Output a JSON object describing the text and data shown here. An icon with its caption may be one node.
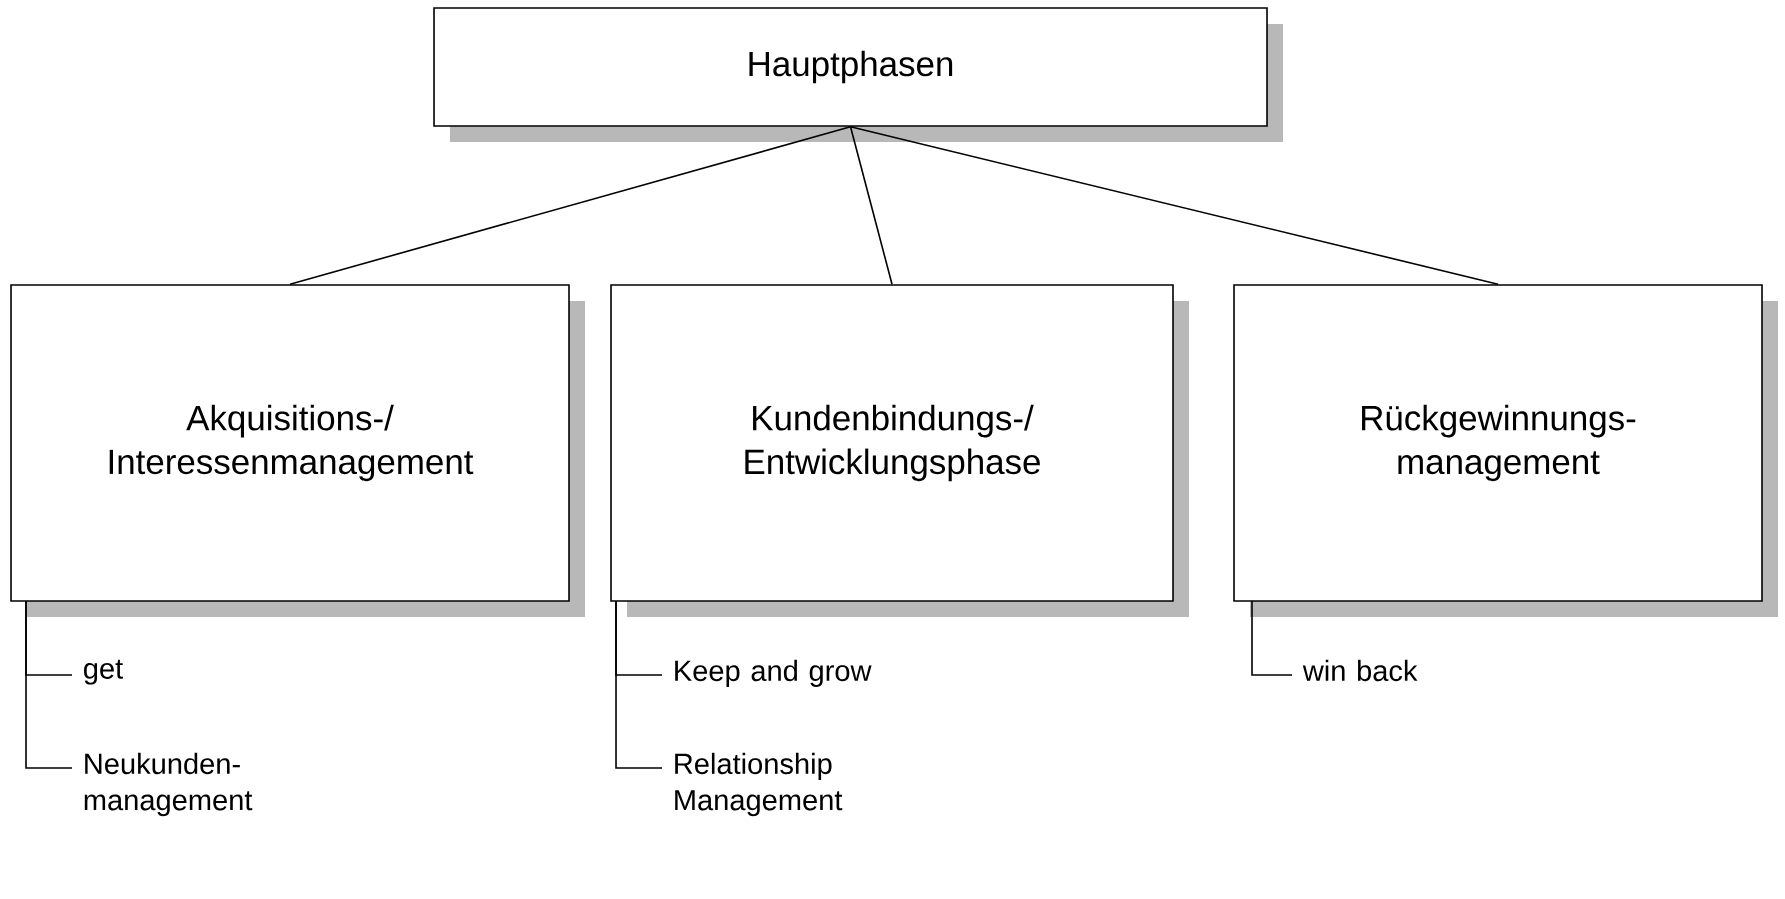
{
  "diagram": {
    "nodes": [
      {
        "text": [
          "Hauptphasen"
        ]
      },
      {
        "text": [
          "Akquisitions-/ Interessenmanagement"
        ]
      },
      {
        "text": [
          "Kundenbindungs-/ Entwicklungsphase"
        ]
      },
      {
        "text": [
          "Rückgewinnungs- management"
        ]
      },
      {
        "text": [
          "get"
        ]
      },
      {
        "text": [
          "Neukunden- management"
        ]
      },
      {
        "text": [
          "Keep and grow"
        ]
      },
      {
        "text": [
          "Relationship Management"
        ]
      },
      {
        "text": [
          "win back"
        ]
      }
    ],
    "edges": [
      {
        "from": 0,
        "to": 1,
        "arrow": "none"
      },
      {
        "from": 0,
        "to": 2,
        "arrow": "none"
      },
      {
        "from": 0,
        "to": 3,
        "arrow": "none"
      },
      {
        "from": 1,
        "to": 4,
        "arrow": "none"
      },
      {
        "from": 1,
        "to": 5,
        "arrow": "none"
      },
      {
        "from": 2,
        "to": 6,
        "arrow": "none"
      },
      {
        "from": 2,
        "to": 7,
        "arrow": "none"
      },
      {
        "from": 3,
        "to": 8,
        "arrow": "none"
      }
    ]
  }
}
